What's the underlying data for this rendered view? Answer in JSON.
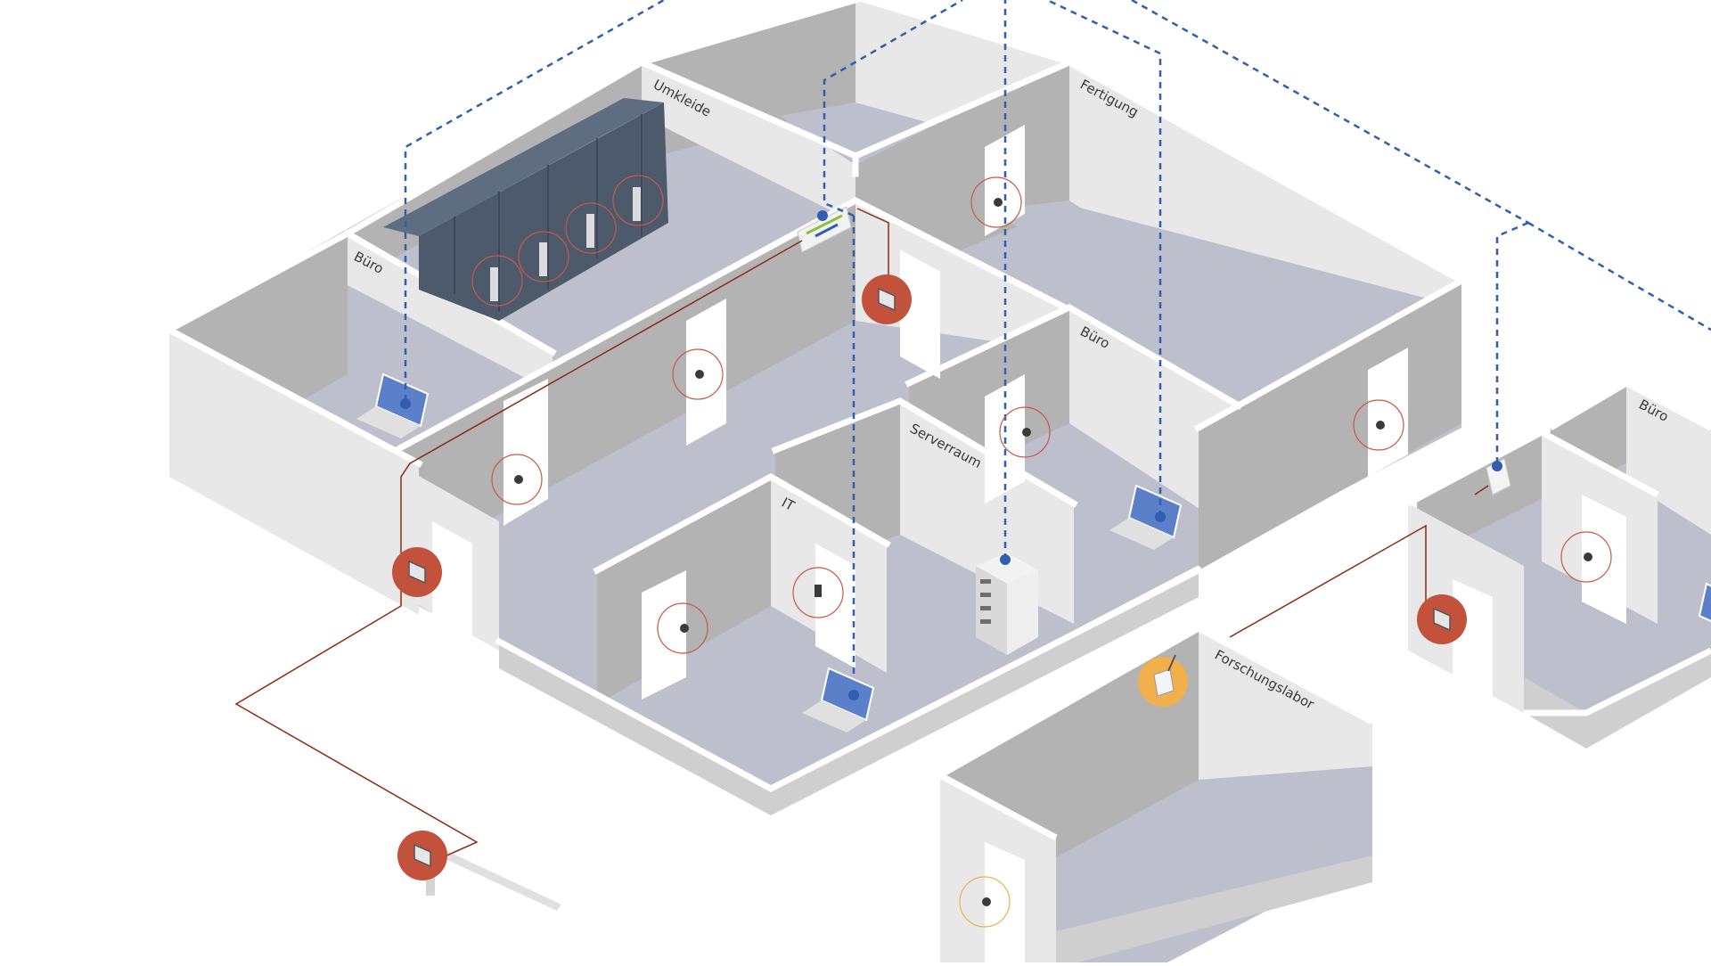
{
  "diagram": {
    "rooms": [
      {
        "id": "umkleide",
        "label": "Umkleide"
      },
      {
        "id": "buero-left",
        "label": "Büro"
      },
      {
        "id": "fertigung",
        "label": "Fertigung"
      },
      {
        "id": "buero-middle",
        "label": "Büro"
      },
      {
        "id": "serverraum",
        "label": "Serverraum"
      },
      {
        "id": "it",
        "label": "IT"
      },
      {
        "id": "forschungslabor",
        "label": "Forschungslabor"
      },
      {
        "id": "buero-right",
        "label": "Büro"
      }
    ],
    "colors": {
      "floor": "#bdc0cc",
      "wall_light": "#e8e8e8",
      "wall_mid": "#cfcfcf",
      "wall_dark": "#b3b3b3",
      "wall_top": "#ffffff",
      "network_line": "#2f5fae",
      "cable_line": "#8c2a12",
      "reader_red": "#c2523b",
      "reader_orange": "#f1b04c",
      "lock_ring": "#c55a47",
      "laptop_screen": "#5b7fc9",
      "locker": "#4d5a6b"
    },
    "icons": [
      "door-lock-icon",
      "wall-reader-icon",
      "laptop-icon",
      "server-rack-icon",
      "access-controller-icon",
      "wireless-gateway-icon",
      "locker-icon"
    ]
  }
}
